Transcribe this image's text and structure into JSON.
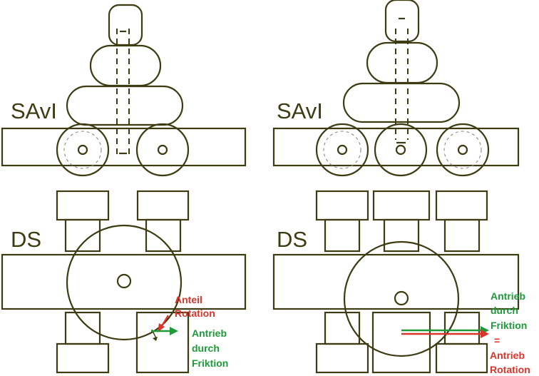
{
  "left": {
    "top_label": "SAvI",
    "bottom_label": "DS",
    "rotation_label_1": "Anteil",
    "rotation_label_2": "Rotation",
    "drive_label_1": "Antrieb",
    "drive_label_2": "durch",
    "drive_label_3": "Friktion"
  },
  "right": {
    "top_label": "SAvI",
    "bottom_label": "DS",
    "drive_label_1": "Antrieb",
    "drive_label_2": "durch",
    "drive_label_3": "Friktion",
    "equals": "=",
    "rotation_label_1": "Antrieb",
    "rotation_label_2": "Rotation"
  },
  "colors": {
    "outline": "#3d3b12",
    "red": "#d9352b",
    "green": "#1e9a3a"
  }
}
